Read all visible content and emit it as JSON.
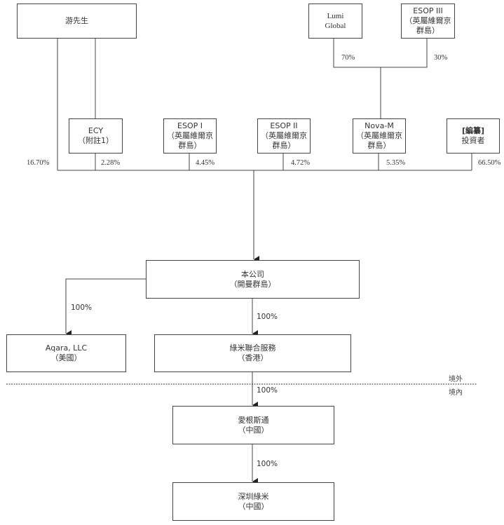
{
  "diagram": {
    "top_shareholders": {
      "mr_you": {
        "label": "游先生"
      },
      "lumi_global": {
        "line1": "Lumi",
        "line2": "Global"
      },
      "esop_iii": {
        "line1": "ESOP III",
        "line2": "（英屬維爾京",
        "line3": "群島）"
      }
    },
    "nova_m_owners": {
      "lumi_global_pct": "70%",
      "esop_iii_pct": "30%"
    },
    "shareholders": [
      {
        "id": "ecy",
        "line1": "ECY",
        "line2": "（附註1）",
        "pct": "2.28%"
      },
      {
        "id": "esop-i",
        "line1": "ESOP I",
        "line2": "（英屬維爾京",
        "line3": "群島）",
        "pct": "4.45%"
      },
      {
        "id": "esop-ii",
        "line1": "ESOP II",
        "line2": "（英屬維爾京",
        "line3": "群島）",
        "pct": "4.72%"
      },
      {
        "id": "nova-m",
        "line1": "Nova-M",
        "line2": "（英屬維爾京",
        "line3": "群島）",
        "pct": "5.35%"
      },
      {
        "id": "investors",
        "line1": "[編纂]",
        "line2": "投資者",
        "pct": "66.50%"
      }
    ],
    "mr_you_pct": "16.70%",
    "company": {
      "line1": "本公司",
      "line2": "（開曼群島）"
    },
    "aqara": {
      "line1": "Aqara, LLC",
      "line2": "（美國）",
      "pct": "100%"
    },
    "lumi_united": {
      "line1": "綠米聯合服務",
      "line2": "（香港）",
      "pct": "100%"
    },
    "offshore_label": "境外",
    "onshore_label": "境內",
    "agenstone": {
      "line1": "愛根斯通",
      "line2": "（中國）",
      "pct": "100%"
    },
    "shenzhen_lumi": {
      "line1": "深圳綠米",
      "line2": "（中國）",
      "pct": "100%"
    }
  }
}
